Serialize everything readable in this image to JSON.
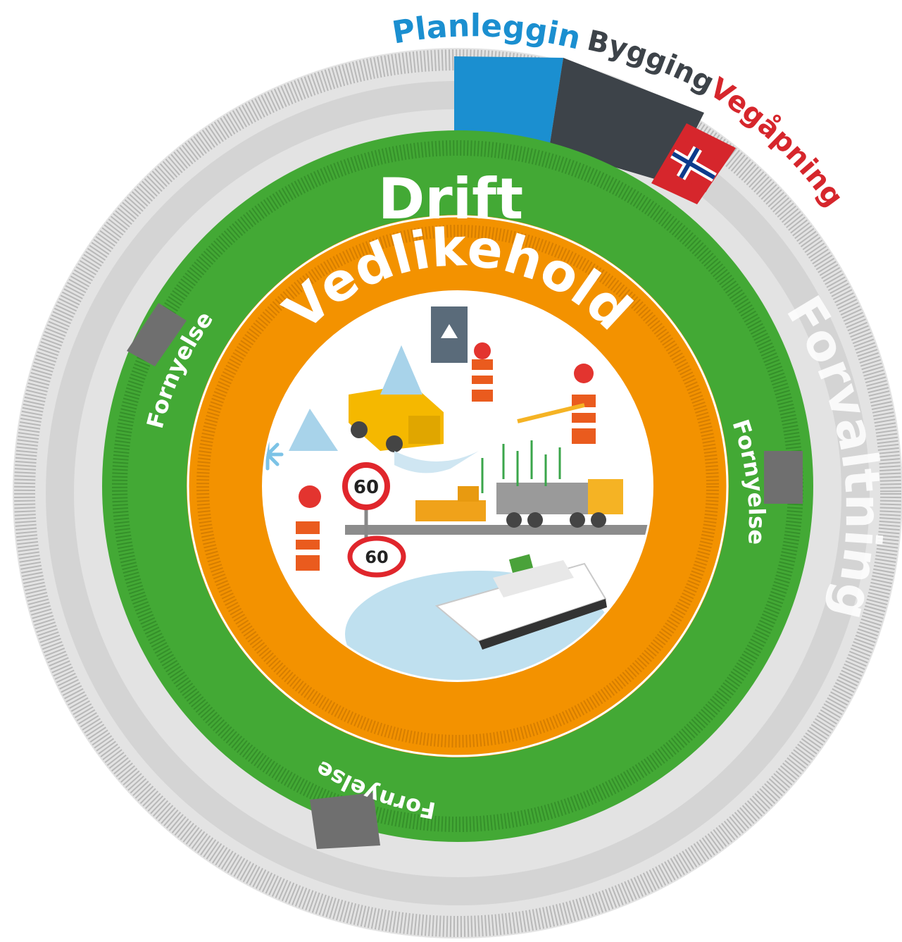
{
  "phases": {
    "planning": "Planlegging",
    "building": "Bygging",
    "opening": "Vegåpning"
  },
  "rings": {
    "outer": "Forvaltning",
    "middle": "Drift",
    "inner": "Vedlikehold",
    "renewal": "Fornyelse"
  },
  "signs": {
    "speed_limit": "60"
  },
  "colors": {
    "planning": "#1b8fd0",
    "building": "#3d4349",
    "opening": "#d6262c",
    "outer_ring": "#d9d9d9",
    "drift_ring": "#43a935",
    "vedlikehold_ring": "#f39200",
    "renewal_block": "#6f6f6f"
  },
  "illustration_icons": [
    "snowplow-truck-icon",
    "snowflake-icon",
    "traffic-cone-icon",
    "speed-sign-icon",
    "asphalt-paver-icon",
    "dump-truck-icon",
    "ferry-icon",
    "electrical-cabinet-icon",
    "norwegian-flag-icon"
  ]
}
